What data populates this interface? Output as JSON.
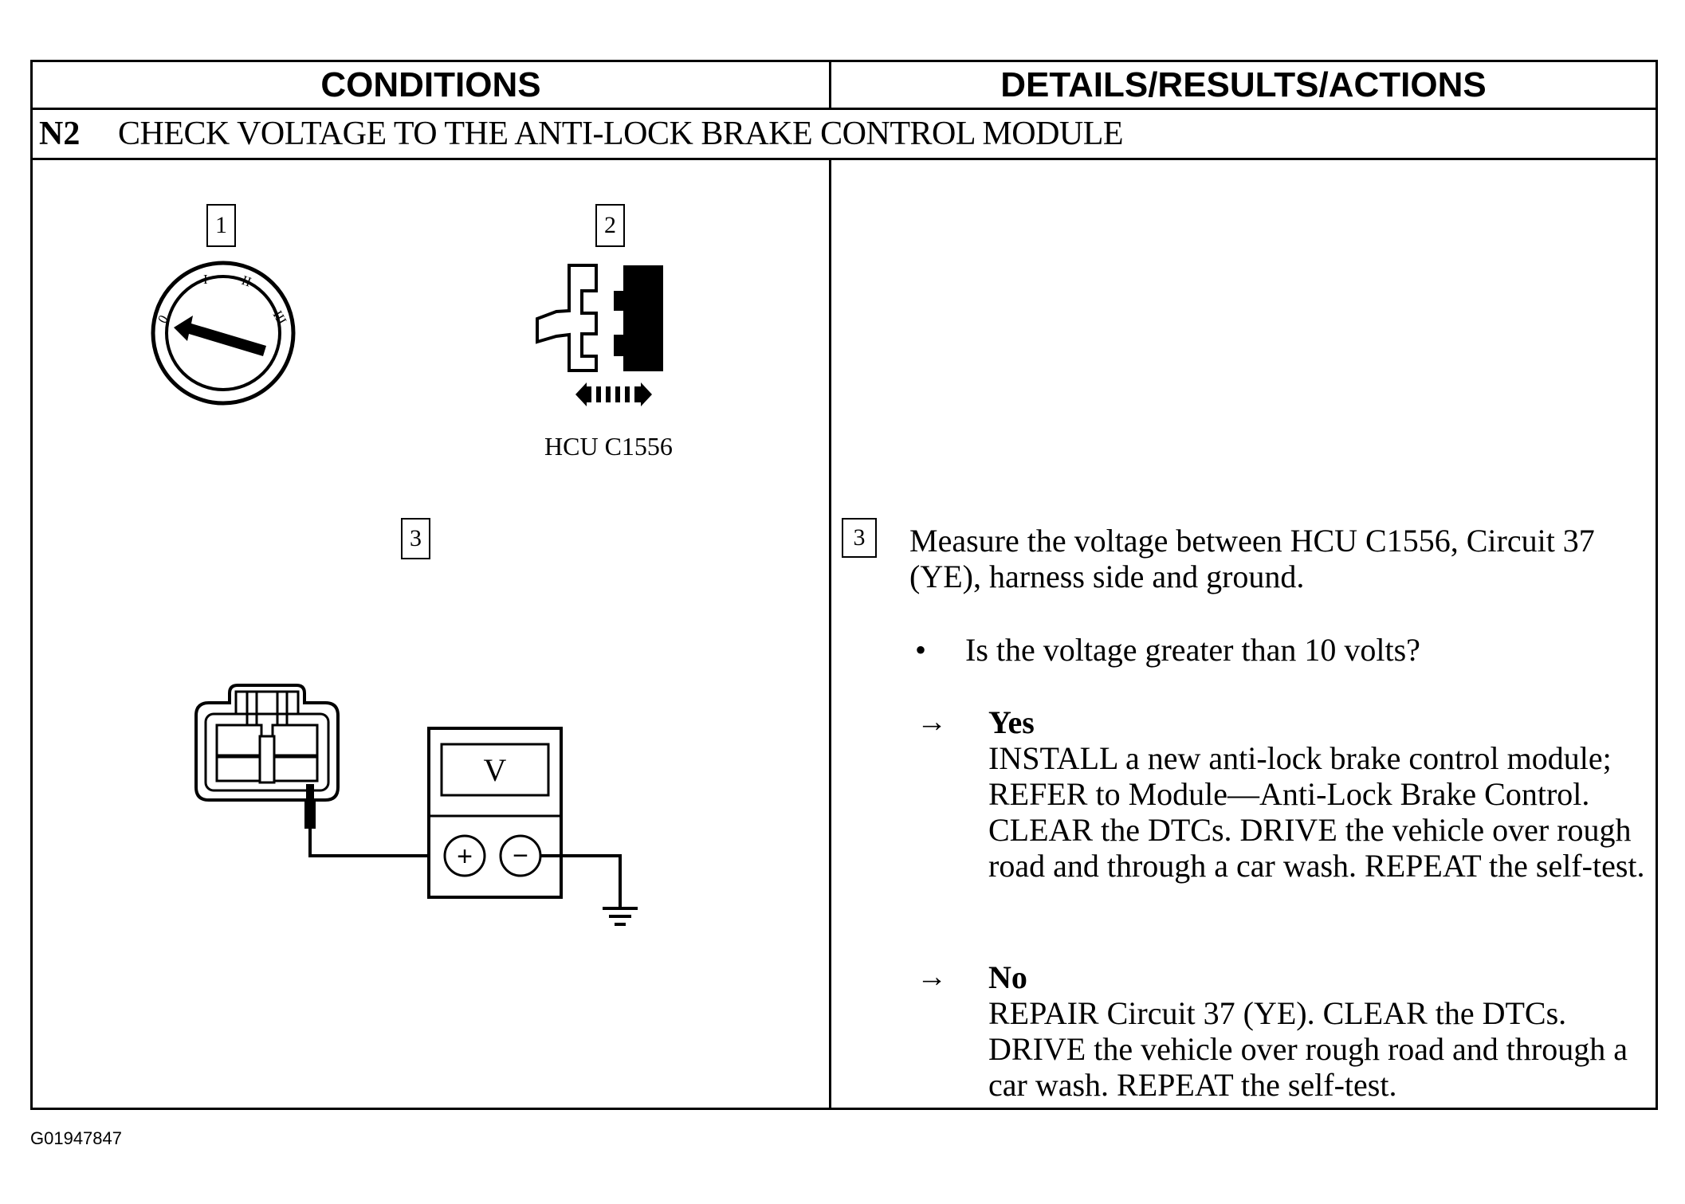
{
  "header": {
    "conditions": "CONDITIONS",
    "details": "DETAILS/RESULTS/ACTIONS"
  },
  "step": {
    "number": "N2",
    "title": "CHECK VOLTAGE TO THE ANTI-LOCK BRAKE CONTROL MODULE"
  },
  "figure": {
    "callout_1": "1",
    "callout_2": "2",
    "callout_3": "3",
    "ignition_positions": [
      "0",
      "I",
      "II",
      "III"
    ],
    "connector_label": "HCU C1556",
    "meter_label": "V",
    "meter_plus": "+",
    "meter_minus": "−"
  },
  "details": {
    "callout": "3",
    "instruction": "Measure the voltage between HCU C1556, Circuit 37 (YE), harness side and ground.",
    "bullet_symbol": "•",
    "question": "Is the voltage greater than 10 volts?",
    "arrow_symbol": "→",
    "yes_label": "Yes",
    "yes_text": "INSTALL a new anti-lock brake control module; REFER to Module—Anti-Lock Brake Control. CLEAR the DTCs. DRIVE the vehicle over rough road and through a car wash. REPEAT the  self-test.",
    "no_label": "No",
    "no_text": "REPAIR Circuit 37 (YE). CLEAR the DTCs. DRIVE the vehicle over rough road and through a car wash. REPEAT the self-test."
  },
  "footer": {
    "figure_id": "G01947847"
  }
}
